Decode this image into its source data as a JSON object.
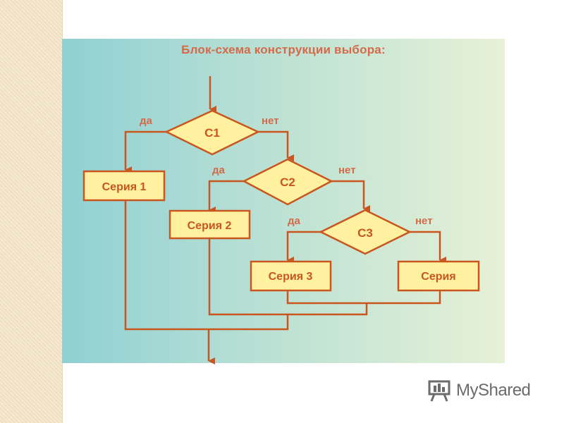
{
  "diagram": {
    "title": "Блок-схема конструкции выбора:",
    "conditions": [
      "C1",
      "C2",
      "C3"
    ],
    "series": [
      "Серия 1",
      "Серия 2",
      "Серия 3",
      "Серия"
    ],
    "branch_yes": "да",
    "branch_no": "нет"
  },
  "watermark": {
    "text": "MyShared"
  },
  "colors": {
    "stroke": "#c8561e",
    "box_fill": "#fff1a0",
    "title": "#d46a4a",
    "bg_left": "#8fd0d3",
    "bg_right": "#e7f1d6"
  }
}
